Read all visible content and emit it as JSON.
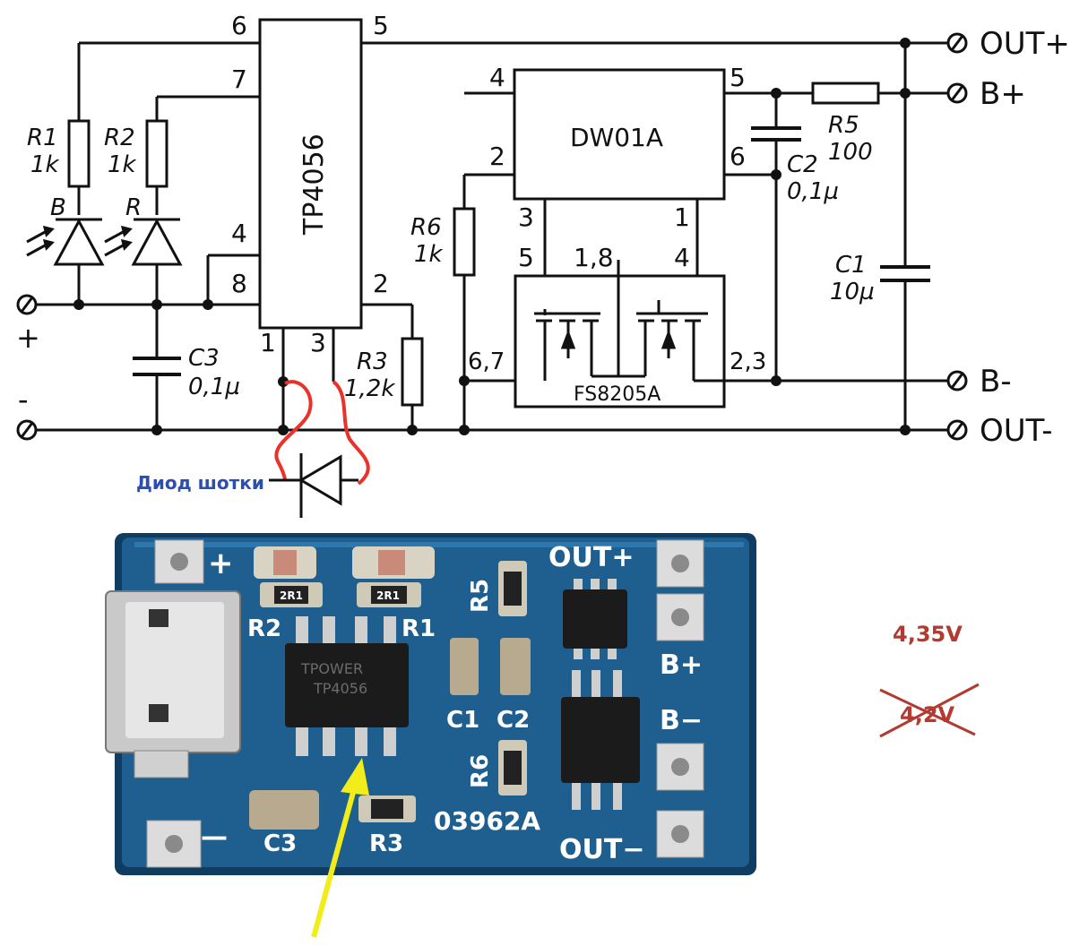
{
  "terminals": {
    "out_plus": "OUT+",
    "b_plus": "B+",
    "b_minus": "B-",
    "out_minus": "OUT-",
    "in_plus": "+",
    "in_minus": "-"
  },
  "ic_tp4056": {
    "name": "TP4056",
    "pins": {
      "p6": "6",
      "p5": "5",
      "p7": "7",
      "p4": "4",
      "p8": "8",
      "p2": "2",
      "p1": "1",
      "p3": "3"
    }
  },
  "ic_dw01a": {
    "name": "DW01A",
    "pins": {
      "p4": "4",
      "p5": "5",
      "p2": "2",
      "p6": "6",
      "p3": "3",
      "p1": "1"
    }
  },
  "ic_fs8205a": {
    "name": "FS8205A",
    "pins": {
      "p5": "5",
      "p18": "1,8",
      "p4": "4",
      "p67": "6,7",
      "p23": "2,3"
    }
  },
  "components": {
    "r1": {
      "ref": "R1",
      "value": "1k"
    },
    "r2": {
      "ref": "R2",
      "value": "1k"
    },
    "r3": {
      "ref": "R3",
      "value": "1,2k"
    },
    "r5": {
      "ref": "R5",
      "value": "100"
    },
    "r6": {
      "ref": "R6",
      "value": "1k"
    },
    "c1": {
      "ref": "C1",
      "value": "10µ"
    },
    "c2": {
      "ref": "C2",
      "value": "0,1µ"
    },
    "c3": {
      "ref": "C3",
      "value": "0,1µ"
    },
    "led_b": "B",
    "led_r": "R"
  },
  "annotation": {
    "schottky_label": "Диод шотки",
    "new_voltage": "4,35V",
    "old_voltage": "4,2V"
  },
  "pcb": {
    "plus": "+",
    "minus": "—",
    "out_plus": "OUT+",
    "b_plus": "B+",
    "b_minus": "B−",
    "out_minus": "OUT−",
    "r1": "R1",
    "r2": "R2",
    "r3": "R3",
    "r5": "R5",
    "r6": "R6",
    "c1": "C1",
    "c2": "C2",
    "c3": "C3",
    "board_code": "03962A",
    "chip_mark": "TP4056",
    "chip_brand": "TPOWER",
    "res_code": "2R1"
  },
  "colors": {
    "pcb": "#1f5f8f",
    "pcb_edge": "#0f3d62",
    "red_wire": "#e8322a",
    "label_blue": "#2b4fb0",
    "voltage_red": "#b23a30",
    "arrow": "#f2ec1a"
  }
}
